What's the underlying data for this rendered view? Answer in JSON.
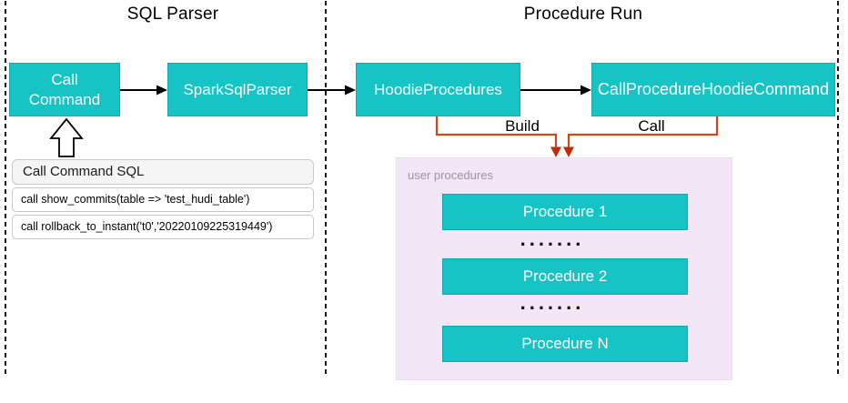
{
  "diagram": {
    "sections": {
      "left_title": "SQL Parser",
      "right_title": "Procedure Run"
    },
    "nodes": {
      "call_command": "Call Command",
      "spark_sql_parser": "SparkSqlParser",
      "hoodie_procedures": "HoodieProcedures",
      "call_procedure_hoodie_command": "CallProcedureHoodieCommand"
    },
    "sql_panel": {
      "title": "Call Command SQL",
      "statements": [
        "call show_commits(table => 'test_hudi_table')",
        "call rollback_to_instant('t0','20220109225319449')"
      ]
    },
    "edges": {
      "build_label": "Build",
      "call_label": "Call"
    },
    "user_procedures": {
      "title": "user procedures",
      "items": [
        "Procedure 1",
        "Procedure 2",
        "Procedure N"
      ],
      "ellipsis": "......."
    },
    "colors": {
      "node_fill": "#16C4C6",
      "node_border": "#10abb0",
      "container_fill": "#F3E6F6",
      "connector_orange": "#D14719",
      "arrow_red": "#C22D09",
      "panel_header_bg": "#F5F5F5"
    }
  }
}
